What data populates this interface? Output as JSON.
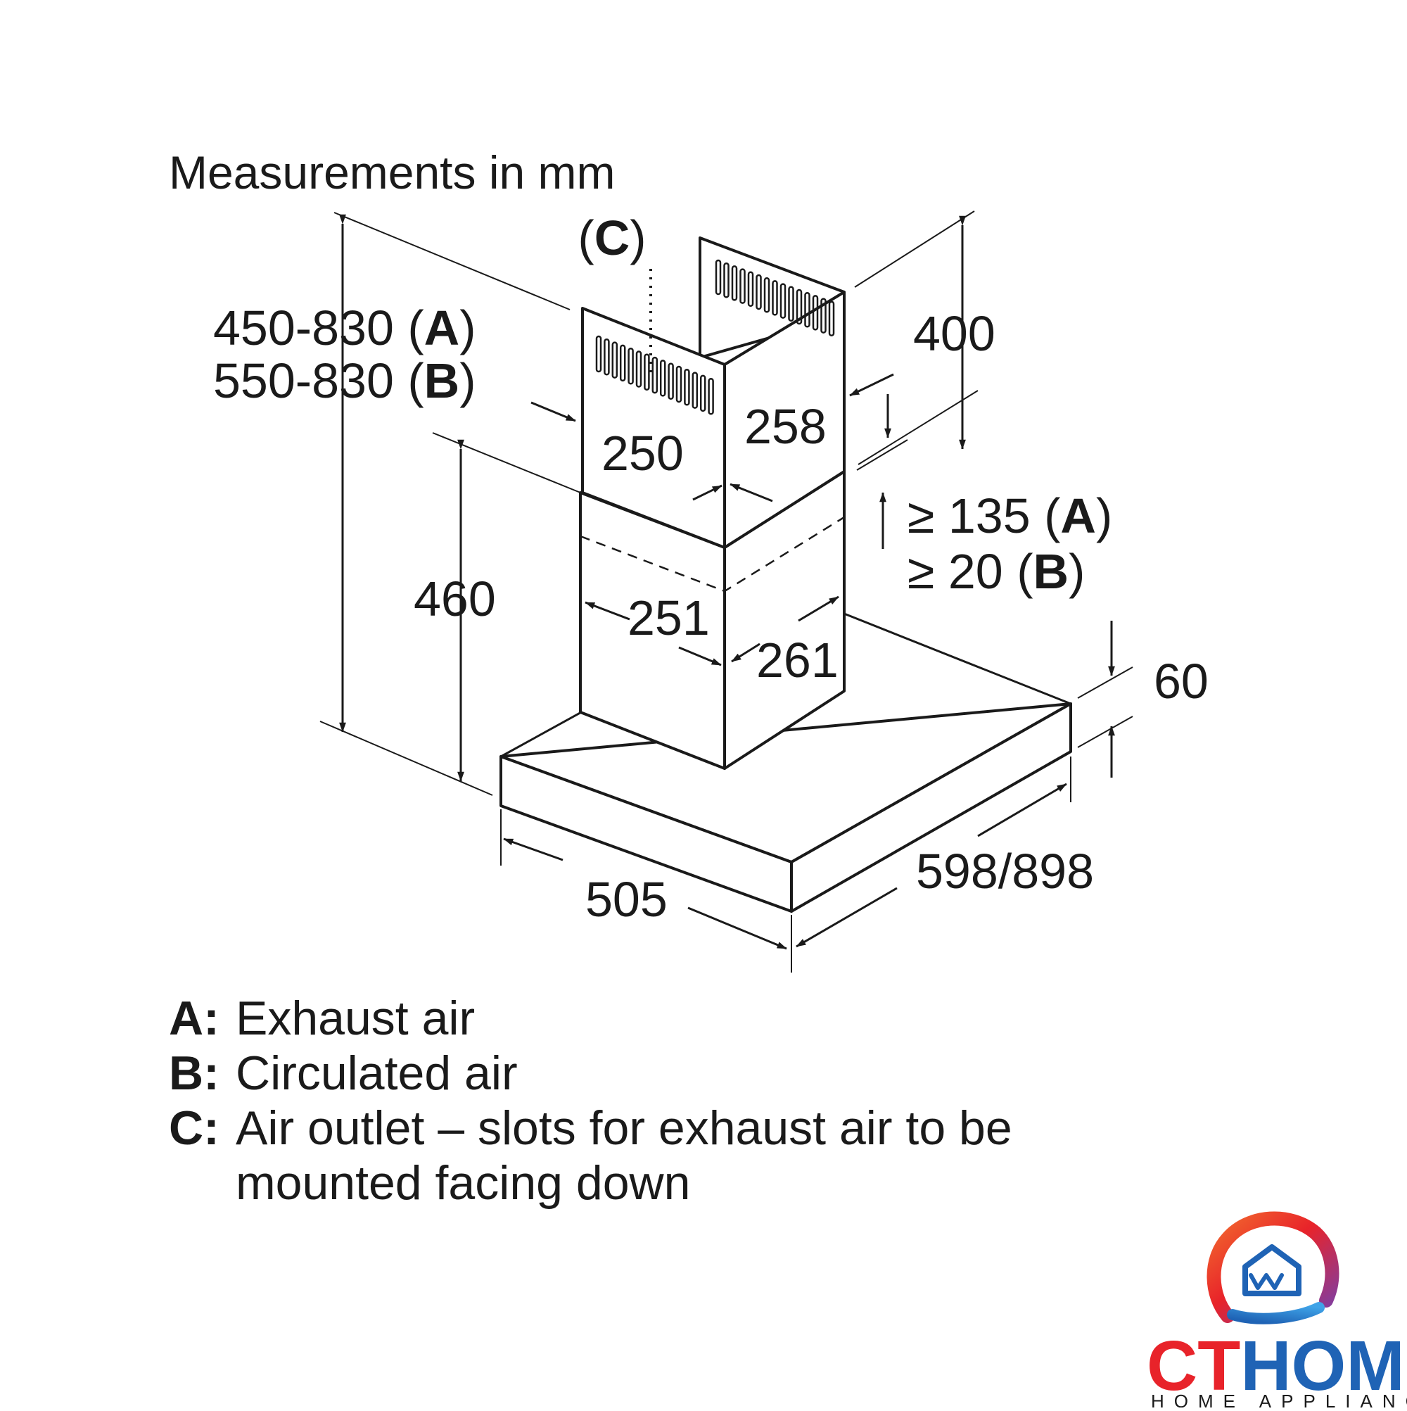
{
  "title": "Measurements in mm",
  "callout_c": {
    "open": "(",
    "letter": "C",
    "close": ")"
  },
  "dimensions": {
    "total_height_a": {
      "value": "450-830 ",
      "open": "(",
      "letter": "A",
      "close": ")"
    },
    "total_height_b": {
      "value": "550-830 ",
      "open": "(",
      "letter": "B",
      "close": ")"
    },
    "chimney_upper_height": "400",
    "upper_chimney_width": "250",
    "upper_chimney_depth": "258",
    "chimney_lower_height": "460",
    "lower_chimney_width": "251",
    "lower_chimney_depth": "261",
    "clearance_a": {
      "value": "≥ 135 ",
      "open": "(",
      "letter": "A",
      "close": ")"
    },
    "clearance_b": {
      "value": "≥ 20 ",
      "open": "(",
      "letter": "B",
      "close": ")"
    },
    "canopy_height": "60",
    "canopy_depth": "505",
    "canopy_width": "598/898"
  },
  "legend": [
    {
      "key": "A:",
      "text": "Exhaust air"
    },
    {
      "key": "B:",
      "text": "Circulated air"
    },
    {
      "key": "C:",
      "text": "Air outlet – slots for exhaust air to be"
    },
    {
      "key": "",
      "text": "mounted facing down"
    }
  ],
  "logo": {
    "word_red": "CT",
    "word_blue": "HOME",
    "subtitle": "HOME APPLIANCES",
    "colors": {
      "red": "#e8232a",
      "blue": "#1f63b5",
      "orange": "#f26a2e",
      "purple": "#7a3fa8"
    }
  }
}
